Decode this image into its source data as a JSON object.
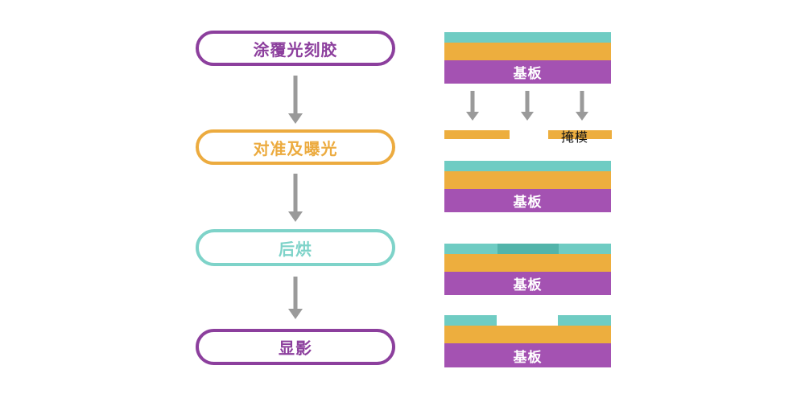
{
  "colors": {
    "purple_outline": "#8c3f9d",
    "orange_outline": "#ecab3f",
    "teal_outline": "#7ed3c9",
    "photoresist_teal": "#6fccc3",
    "exposed_photoresist_teal": "#52b4aa",
    "film_orange": "#edae3e",
    "substrate_purple": "#a452b2",
    "arrow_gray": "#9a9a9a",
    "substrate_text": "#ffffff",
    "mask_text": "#161616"
  },
  "flowchart": {
    "steps": [
      {
        "label": "涂覆光刻胶",
        "color": "#8c3f9d"
      },
      {
        "label": "对准及曝光",
        "color": "#ecab3f"
      },
      {
        "label": "后烘",
        "color": "#7ed3c9"
      },
      {
        "label": "显影",
        "color": "#8c3f9d"
      }
    ]
  },
  "diagram": {
    "mask_label": "掩模",
    "stacks": [
      {
        "substrate_label": "基板"
      },
      {
        "substrate_label": "基板"
      },
      {
        "substrate_label": "基板"
      },
      {
        "substrate_label": "基板"
      }
    ]
  }
}
